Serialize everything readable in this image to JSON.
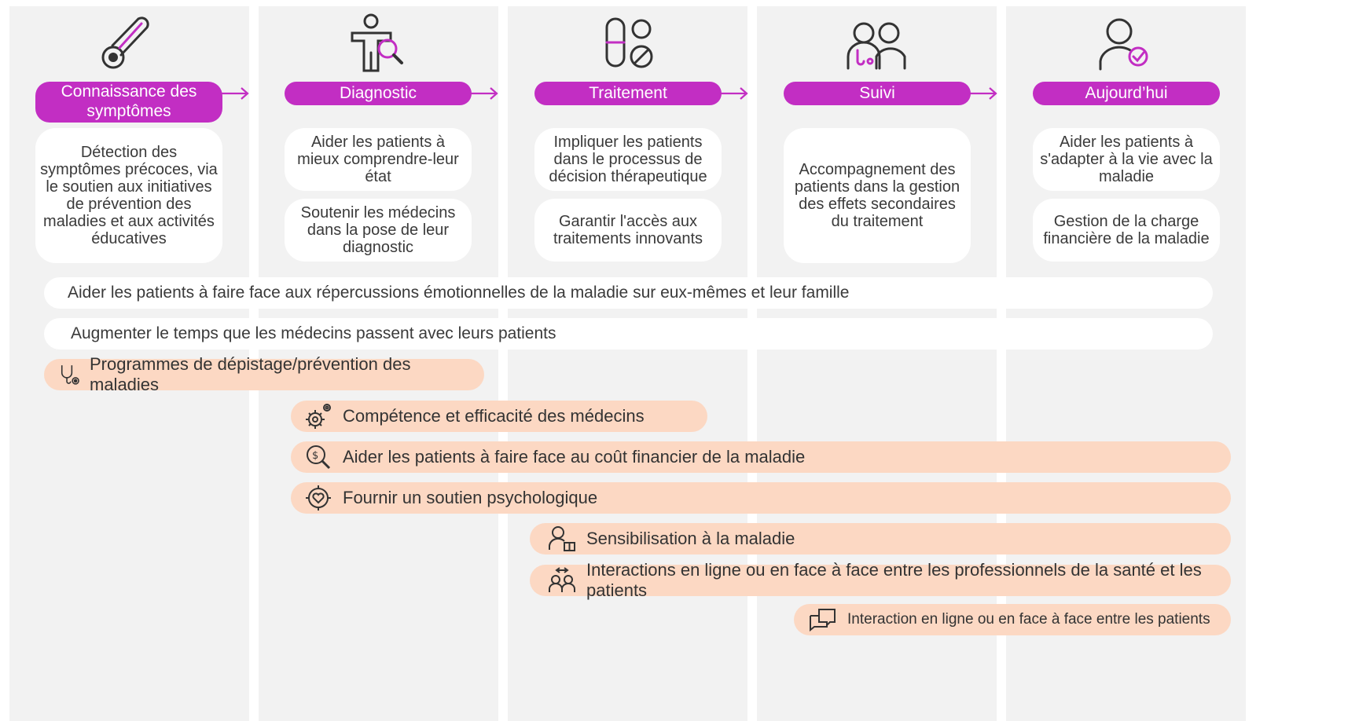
{
  "stages": [
    {
      "label": "Connaissance des symptômes",
      "icon": "thermometer-icon"
    },
    {
      "label": "Diagnostic",
      "icon": "person-search-icon"
    },
    {
      "label": "Traitement",
      "icon": "pills-icon"
    },
    {
      "label": "Suivi",
      "icon": "doctor-patient-icon"
    },
    {
      "label": "Aujourd’hui",
      "icon": "person-check-icon"
    }
  ],
  "cards": {
    "c1": "Détection des symptômes précoces, via le soutien aux initiatives de prévention des maladies et aux activités éducatives",
    "c2a": "Aider les patients à mieux comprendre-leur état",
    "c2b": "Soutenir les médecins dans la pose de leur diagnostic",
    "c3a": "Impliquer les patients dans le processus de décision thérapeutique",
    "c3b": "Garantir l'accès aux traitements innovants",
    "c4": "Accompagnement des patients dans la gestion des effets secondaires du traitement",
    "c5a": "Aider les patients à s'adapter à la vie avec la maladie",
    "c5b": "Gestion de la charge financière de la maladie"
  },
  "wide_rows": {
    "emotional": "Aider les patients à faire face aux répercussions émotionnelles de la maladie sur eux-mêmes et leur famille",
    "time": "Augmenter le temps que les médecins passent avec leurs patients"
  },
  "programs": [
    {
      "label": "Programmes de dépistage/prévention des maladies",
      "icon": "stethoscope-icon"
    },
    {
      "label": "Compétence et efficacité des médecins",
      "icon": "gears-icon"
    },
    {
      "label": "Aider les patients à faire face au coût financier de la maladie",
      "icon": "dollar-search-icon"
    },
    {
      "label": "Fournir un soutien psychologique",
      "icon": "heart-target-icon"
    },
    {
      "label": "Sensibilisation à la maladie",
      "icon": "person-book-icon"
    },
    {
      "label": "Interactions en ligne ou en face à face entre les professionnels de la santé et les patients",
      "icon": "people-exchange-icon"
    },
    {
      "label": "Interaction en ligne ou en face à face entre les patients",
      "icon": "chat-bubbles-icon"
    }
  ],
  "colors": {
    "accent": "#c22ec3",
    "bar": "#fcd8c3",
    "column": "#f2f2f2"
  }
}
